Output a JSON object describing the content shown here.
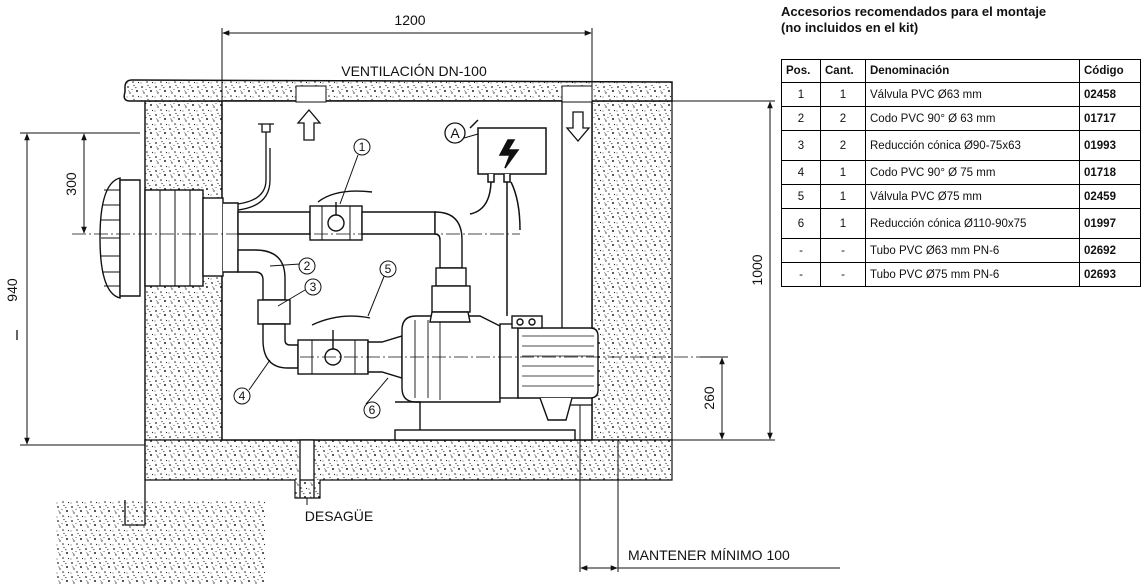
{
  "drawing": {
    "dim_width": "1200",
    "dim_height_right": "1000",
    "dim_height_left": "940",
    "dim_300": "300",
    "dim_260": "260",
    "ventilation_label": "VENTILACIÓN DN-100",
    "drain_label": "DESAGÜE",
    "min_clearance_label": "MANTENER MÍNIMO 100",
    "electrical_box_marker": "A",
    "position_markers": [
      "1",
      "2",
      "3",
      "4",
      "5",
      "6"
    ]
  },
  "accessories": {
    "title_line1": "Accesorios recomendados para el montaje",
    "title_line2": "(no incluidos en el kit)",
    "headers": [
      "Pos.",
      "Cant.",
      "Denominación",
      "Código"
    ],
    "rows": [
      {
        "pos": "1",
        "cant": "1",
        "name": "Válvula PVC Ø63 mm",
        "code": "02458"
      },
      {
        "pos": "2",
        "cant": "2",
        "name": "Codo PVC 90° Ø 63 mm",
        "code": "01717"
      },
      {
        "pos": "3",
        "cant": "2",
        "name": "Reducción cónica Ø90-75x63",
        "code": "01993"
      },
      {
        "pos": "4",
        "cant": "1",
        "name": "Codo PVC 90° Ø 75 mm",
        "code": "01718"
      },
      {
        "pos": "5",
        "cant": "1",
        "name": "Válvula PVC Ø75 mm",
        "code": "02459"
      },
      {
        "pos": "6",
        "cant": "1",
        "name": "Reducción cónica Ø110-90x75",
        "code": "01997"
      },
      {
        "pos": "-",
        "cant": "-",
        "name": "Tubo PVC Ø63 mm PN-6",
        "code": "02692"
      },
      {
        "pos": "-",
        "cant": "-",
        "name": "Tubo PVC Ø75 mm PN-6",
        "code": "02693"
      }
    ]
  }
}
